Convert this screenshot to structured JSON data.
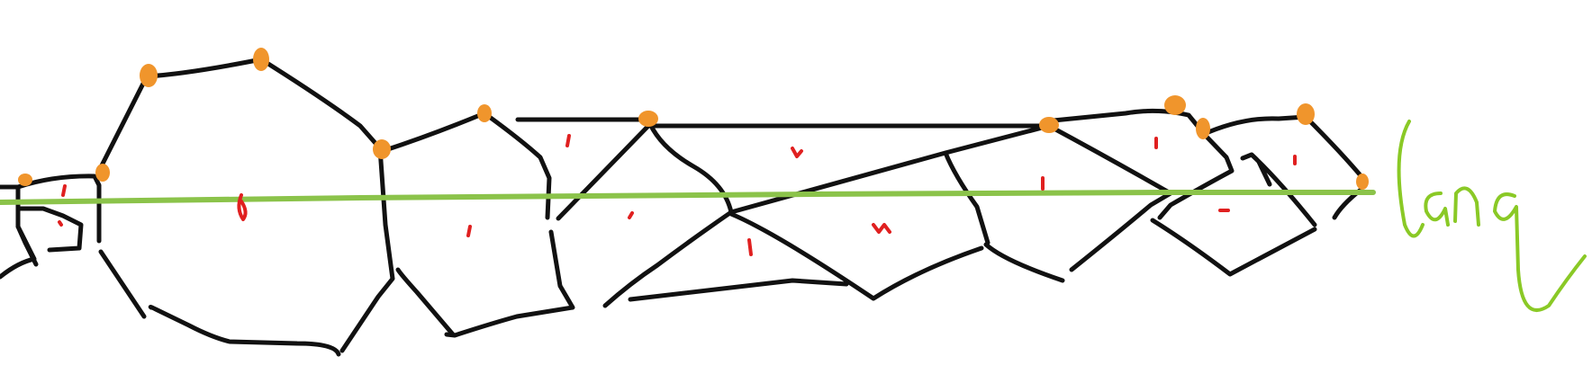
{
  "label": {
    "text": "lang",
    "color": "#8ac926"
  },
  "colors": {
    "stroke": "#111111",
    "midline": "#8bc34a",
    "vertex": "#f0952c",
    "mark": "#e02020"
  },
  "icons": {
    "vertex": "orange-dot",
    "mark": "red-tick"
  }
}
